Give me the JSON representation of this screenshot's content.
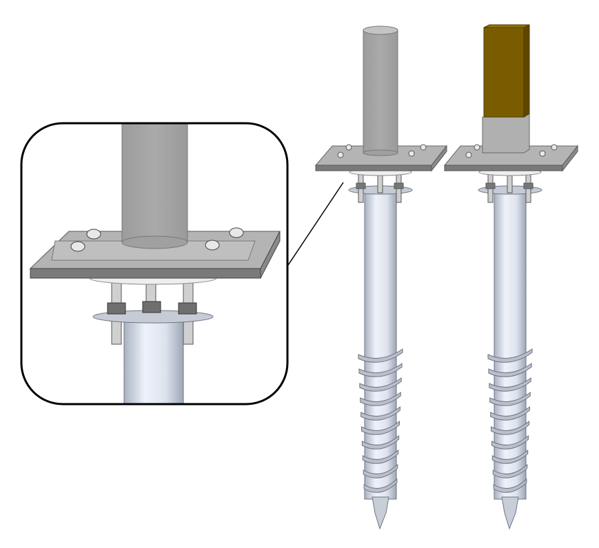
{
  "illustration": {
    "subject": "ground-screw-foundations",
    "colors": {
      "background": "#ffffff",
      "post_steel": "#a8a8a8",
      "plate_top": "#b4b4b4",
      "plate_edge": "#7a7a7a",
      "pipe_light": "#e6ecf6",
      "pipe_shade": "#a9b2c2",
      "helix": "#b9c0cc",
      "wood_post": "#7a5c00",
      "inset_border": "#000000"
    },
    "variants": [
      "round-post",
      "square-wood-post"
    ]
  }
}
